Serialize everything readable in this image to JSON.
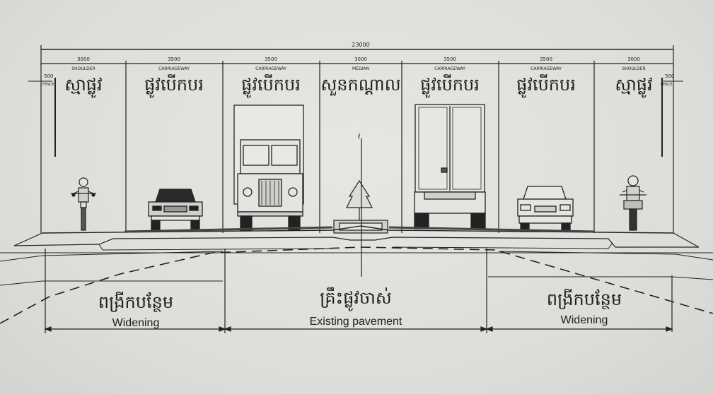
{
  "overall_width": "23000",
  "lanes": [
    {
      "id": "shoulder-left",
      "dim": "3000",
      "label": "SHOULDER",
      "khmer": "ស្មាផ្លូវ"
    },
    {
      "id": "carriageway-1",
      "dim": "3500",
      "label": "CARRIAGEWAY",
      "khmer": "ផ្លូវបើកបរ"
    },
    {
      "id": "carriageway-2",
      "dim": "3500",
      "label": "CARRIAGEWAY",
      "khmer": "ផ្លូវបើកបរ"
    },
    {
      "id": "median",
      "dim": "3000",
      "label": "MEDIAN",
      "khmer": "សួនកណ្តាល"
    },
    {
      "id": "carriageway-3",
      "dim": "3500",
      "label": "CARRIAGEWAY",
      "khmer": "ផ្លូវបើកបរ"
    },
    {
      "id": "carriageway-4",
      "dim": "3500",
      "label": "CARRIAGEWAY",
      "khmer": "ផ្លូវបើកបរ"
    },
    {
      "id": "shoulder-right",
      "dim": "3000",
      "label": "SHOULDER",
      "khmer": "ស្មាផ្លូវ"
    }
  ],
  "edge": {
    "dim": "500",
    "label": "FENCE"
  },
  "sections": [
    {
      "id": "widening-left",
      "khmer": "ពង្រីកបន្ថែម",
      "english": "Widening"
    },
    {
      "id": "existing-pavement",
      "khmer": "គ្រឹះផ្លូវចាស់",
      "english": "Existing pavement"
    },
    {
      "id": "widening-right",
      "khmer": "ពង្រីកបន្ថែម",
      "english": "Widening"
    }
  ],
  "colors": {
    "ink": "#222222",
    "paper": "#e4e5e1"
  }
}
